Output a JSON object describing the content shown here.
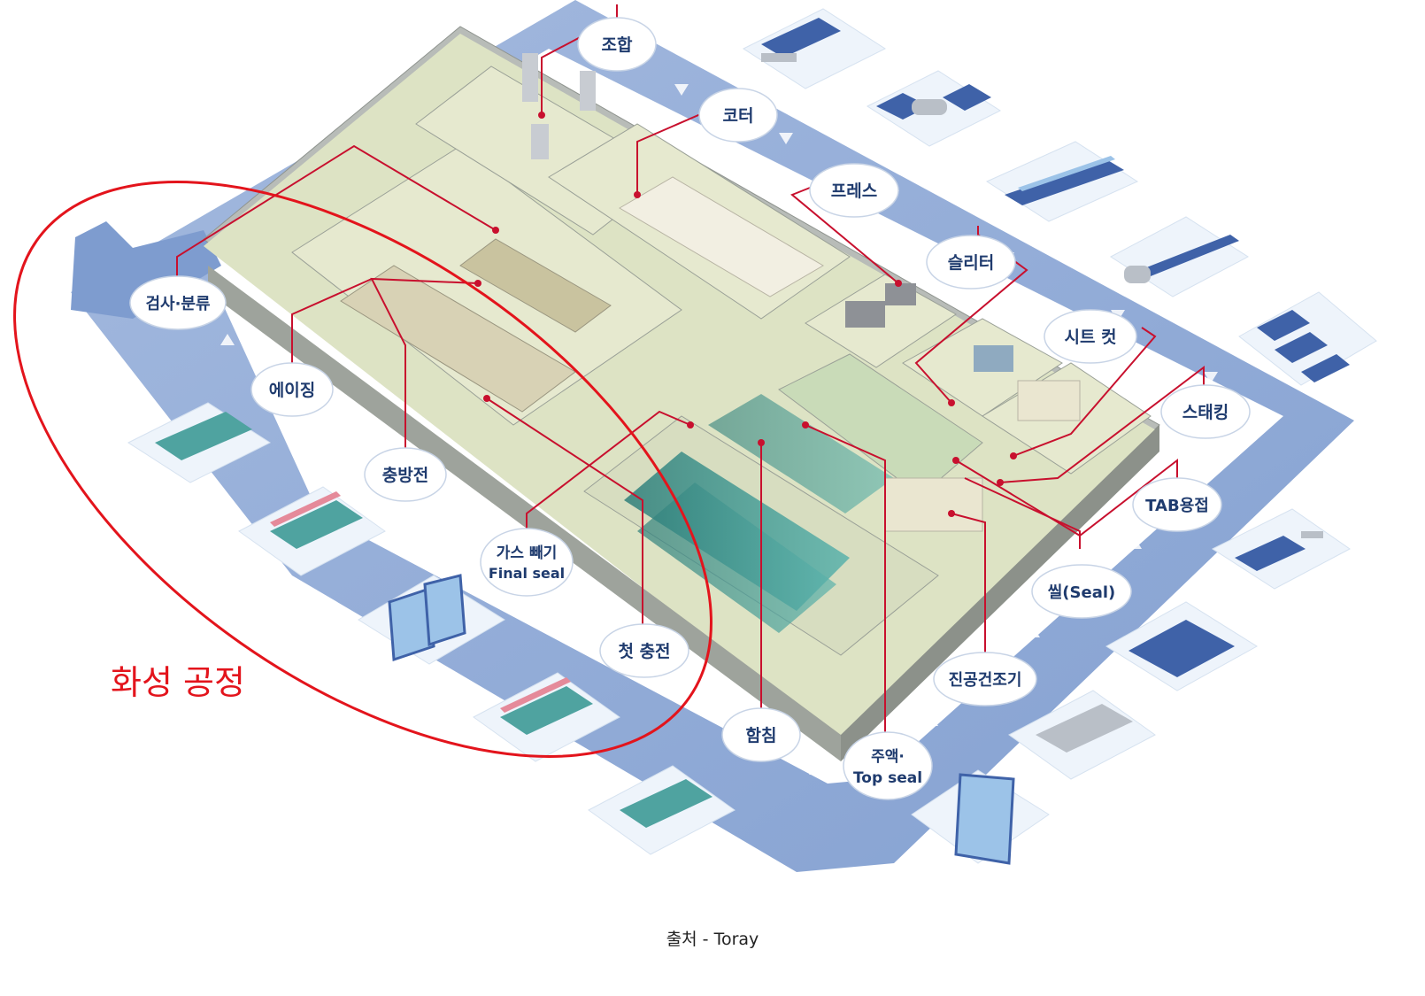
{
  "labels": {
    "johap": "조합",
    "coater": "코터",
    "press": "프레스",
    "slitter": "슬리터",
    "sheet_cut": "시트 컷",
    "stacking": "스태킹",
    "tab_welding": "TAB용접",
    "seal": "씰(Seal)",
    "vacuum_dryer": "진공건조기",
    "injection_line1": "주액·",
    "injection_line2": "Top seal",
    "impregnation": "함침",
    "first_charge": "첫 충전",
    "degas_line1": "가스 빼기",
    "degas_line2": "Final seal",
    "charge_discharge": "충방전",
    "aging": "에이징",
    "inspection": "검사·분류"
  },
  "highlight": {
    "label": "화성 공정",
    "color": "#e3141c"
  },
  "caption": "출처 - Toray",
  "colors": {
    "ring": "#8ea7d3",
    "ring_dark": "#6f8cc4",
    "label_text": "#1f3b6e",
    "leader": "#c8102e",
    "floor": "#dde3c4"
  },
  "icons": [
    "mixer-roller-icon",
    "coater-roll-icon",
    "press-roll-icon",
    "slitter-strips-icon",
    "sheet-roll-icon",
    "stacked-sheets-icon",
    "tab-weld-icon",
    "pouch-seal-icon",
    "vacuum-dry-cells-icon",
    "electrolyte-pouch-icon",
    "impregnation-cells-icon",
    "first-charge-cells-icon",
    "degas-pouch-icon",
    "charge-discharge-cells-icon",
    "aging-cells-icon"
  ]
}
